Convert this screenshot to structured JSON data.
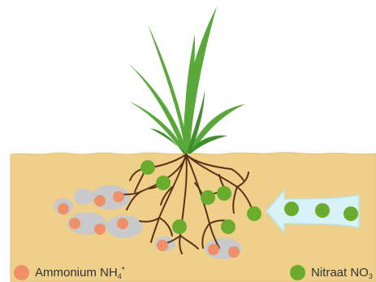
{
  "colors": {
    "soil": "#efd08a",
    "soil_edge": "#e2c27a",
    "root": "#5a3418",
    "leaf": "#58a83a",
    "leaf_dark": "#3f8e2b",
    "stone": "#c9c9cb",
    "ammonium": "#f0906a",
    "nitrate": "#6aac2e",
    "arrow_fill": "#d9f2f8",
    "arrow_edge": "#b8e2ef"
  },
  "icons": [
    "plant-icon",
    "root-icon",
    "stone-icon",
    "arrow-icon"
  ],
  "legend": {
    "ammonium": {
      "label": "Ammonium NH",
      "sub": "4",
      "sup": "*"
    },
    "nitrate": {
      "label": "Nitraat NO",
      "sub": "3"
    }
  }
}
